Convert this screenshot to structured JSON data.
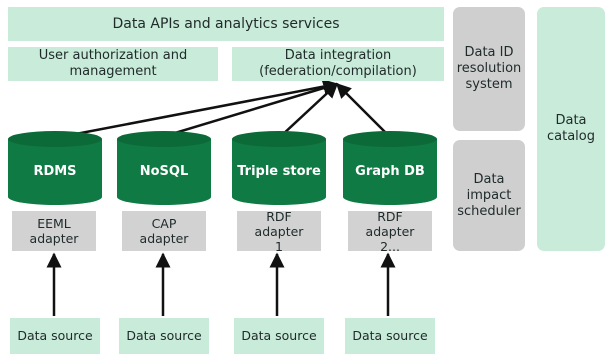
{
  "top_bar": "Data APIs and analytics services",
  "user_auth": "User authorization and management",
  "data_integration": "Data integration (federation/compilation)",
  "data_id_resolution": "Data ID resolution system",
  "data_impact_scheduler": "Data impact scheduler",
  "data_catalog": "Data catalog",
  "databases": [
    "RDMS",
    "NoSQL",
    "Triple store",
    "Graph DB"
  ],
  "adapters": [
    "EEML adapter",
    "CAP adapter",
    "RDF adapter 1",
    "RDF adapter 2..."
  ],
  "sources": [
    "Data source",
    "Data source",
    "Data source",
    "Data source"
  ],
  "colors": {
    "db_green": "#0f7a43",
    "panel_green": "#c9ebd9",
    "panel_gray": "#cfcfcf"
  }
}
